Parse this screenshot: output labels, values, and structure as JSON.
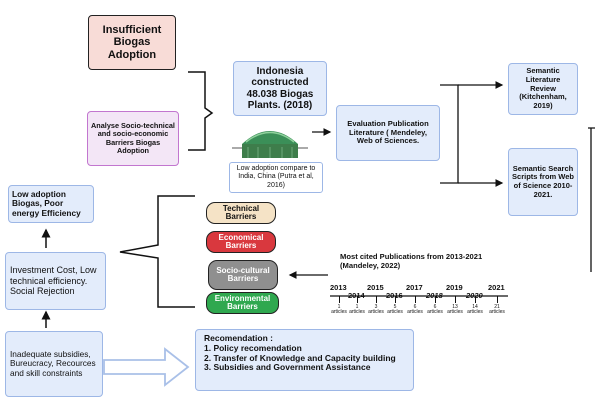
{
  "insufficient": "Insufficient Biogas Adoption",
  "analyse": "Analyse Socio-technical and socio-economic Barriers Biogas Adoption",
  "indonesia": "Indonesia constructed 48.038 Biogas Plants. (2018)",
  "low_compare": "Low adoption compare to India, China (Putra et al, 2016)",
  "evaluation": "Evaluation Publication Literature ( Mendeley, Web of Sciences.",
  "semantic_review": "Semantic Literature Review (Kitchenham, 2019)",
  "semantic_search": "Semantic Search Scripts from Web of Science 2010-2021.",
  "low_adoption_box": "Low adoption Biogas, Poor energy Efficiency",
  "investment_box": "Investment Cost, Low technical efficiency. Social Rejection",
  "inadequate_box": "Inadequate subsidies, Bureucracy, Recources and skill constraints",
  "barriers": [
    {
      "label": "Technical Barriers",
      "color": "#f5e3c6",
      "text_color": "#111111"
    },
    {
      "label": "Economical Barriers",
      "color": "#d9383e",
      "text_color": "#ffffff"
    },
    {
      "label": "Socio-cultural Barriers",
      "color": "#8f8f8f",
      "text_color": "#ffffff"
    },
    {
      "label": "Environmental Barriers",
      "color": "#2fa84f",
      "text_color": "#ffffff"
    }
  ],
  "timeline": {
    "title": "Most cited Publications from 2013-2021 (Mandeley, 2022)",
    "years": [
      {
        "year": "2013",
        "count": "1 articles",
        "italic": false
      },
      {
        "year": "2014",
        "count": "1 articles",
        "italic": false
      },
      {
        "year": "2015",
        "count": "3 articles",
        "italic": false
      },
      {
        "year": "2016",
        "count": "5 articles",
        "italic": false
      },
      {
        "year": "2017",
        "count": "6 articles",
        "italic": false
      },
      {
        "year": "2018",
        "count": "6 articles",
        "italic": true
      },
      {
        "year": "2019",
        "count": "13 articles",
        "italic": false
      },
      {
        "year": "2020",
        "count": "14 articles",
        "italic": true
      },
      {
        "year": "2021",
        "count": "21 articles",
        "italic": false
      }
    ]
  },
  "recommendation": {
    "title": "Recomendation :",
    "items": [
      "1. Policy recomendation",
      "2. Transfer of Knowledge and Capacity building",
      "3. Subsidies and Government Assistance"
    ]
  },
  "colors": {
    "box_fill": "#e3ecfb",
    "box_border": "#9db7e6",
    "insufficient_fill": "#f8dcd7",
    "analyse_fill": "#f3e6f6",
    "analyse_border": "#c276cf"
  },
  "icons": [
    "biogas-dome-icon",
    "arrow-up-icon",
    "arrow-right-icon",
    "hollow-arrow-right-icon"
  ]
}
